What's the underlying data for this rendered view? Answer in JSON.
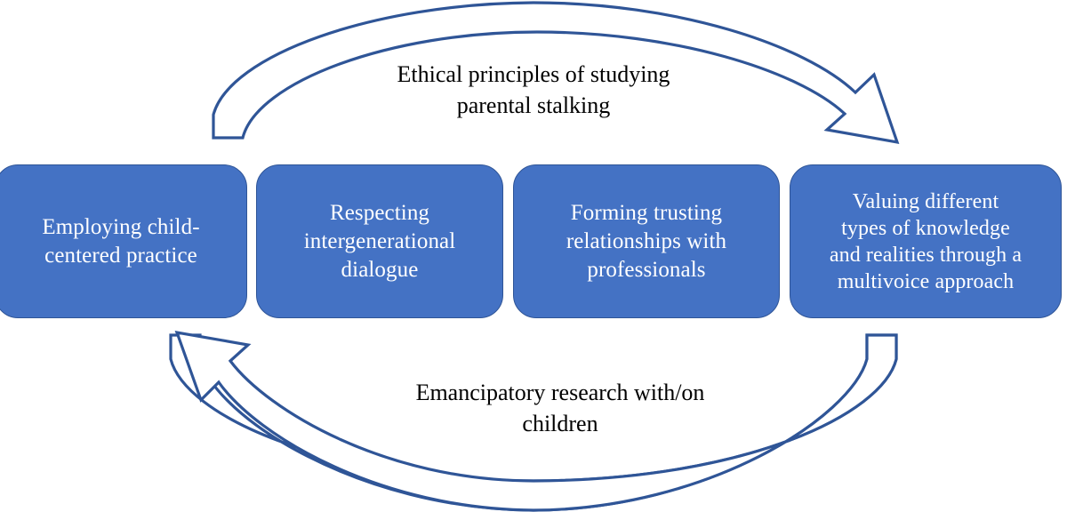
{
  "figure": {
    "type": "cycle-diagram",
    "background_color": "#ffffff",
    "box_fill_color": "#4472C4",
    "box_border_color": "#2F5597",
    "box_text_color": "#FFFFFF",
    "arrow_stroke_color": "#2F5597",
    "caption_text_color": "#000000"
  },
  "captions": {
    "top": "Ethical principles of studying\nparental stalking",
    "bottom": "Emancipatory research with/on\nchildren"
  },
  "boxes": [
    {
      "id": "employing-child-centered-practice",
      "text": "Employing child-\ncentered practice"
    },
    {
      "id": "respecting-intergenerational-dialogue",
      "text": "Respecting\nintergenerational\ndialogue"
    },
    {
      "id": "forming-trusting-relationships",
      "text": "Forming trusting\nrelationships with\nprofessionals"
    },
    {
      "id": "valuing-different-types-of-knowledge",
      "text": "Valuing different\ntypes of knowledge\nand realities through a\nmultivoice approach"
    }
  ],
  "arrows": [
    {
      "id": "top-arc-arrow",
      "direction": "left-to-right",
      "head_at": "right-end",
      "tail_style": "flat"
    },
    {
      "id": "bottom-arc-arrow",
      "direction": "right-to-left",
      "head_at": "left-end",
      "tail_style": "flat"
    }
  ]
}
